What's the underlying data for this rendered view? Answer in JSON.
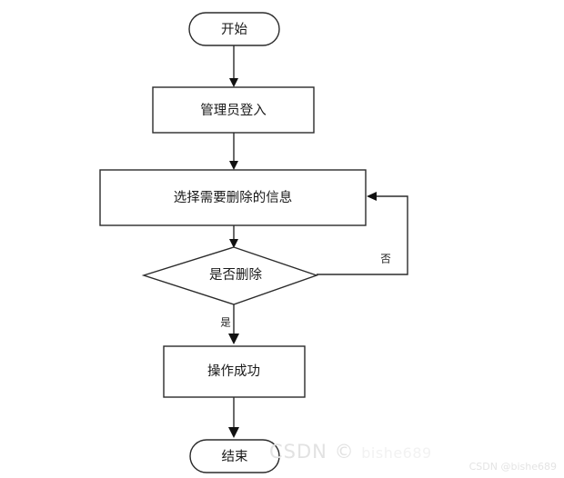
{
  "diagram": {
    "type": "flowchart",
    "orientation": "top-to-bottom",
    "title": "",
    "nodes": [
      {
        "id": "start",
        "shape": "terminator",
        "label": "开始"
      },
      {
        "id": "login",
        "shape": "process",
        "label": "管理员登入"
      },
      {
        "id": "select",
        "shape": "process",
        "label": "选择需要删除的信息"
      },
      {
        "id": "decide",
        "shape": "decision",
        "label": "是否删除"
      },
      {
        "id": "success",
        "shape": "process",
        "label": "操作成功"
      },
      {
        "id": "end",
        "shape": "terminator",
        "label": "结束"
      }
    ],
    "edges": [
      {
        "from": "start",
        "to": "login",
        "label": ""
      },
      {
        "from": "login",
        "to": "select",
        "label": ""
      },
      {
        "from": "select",
        "to": "decide",
        "label": ""
      },
      {
        "from": "decide",
        "to": "success",
        "label": "是"
      },
      {
        "from": "decide",
        "to": "select",
        "label": "否"
      },
      {
        "from": "success",
        "to": "end",
        "label": ""
      }
    ],
    "colors": {
      "stroke": "#2b2b2b",
      "fill": "#ffffff",
      "text": "#1a1a1a",
      "background": "#ffffff"
    }
  },
  "watermarks": {
    "center_brand": "CSDN",
    "center_symbol": "©",
    "center_handle": "bishe689",
    "corner": "CSDN @bishe689"
  }
}
